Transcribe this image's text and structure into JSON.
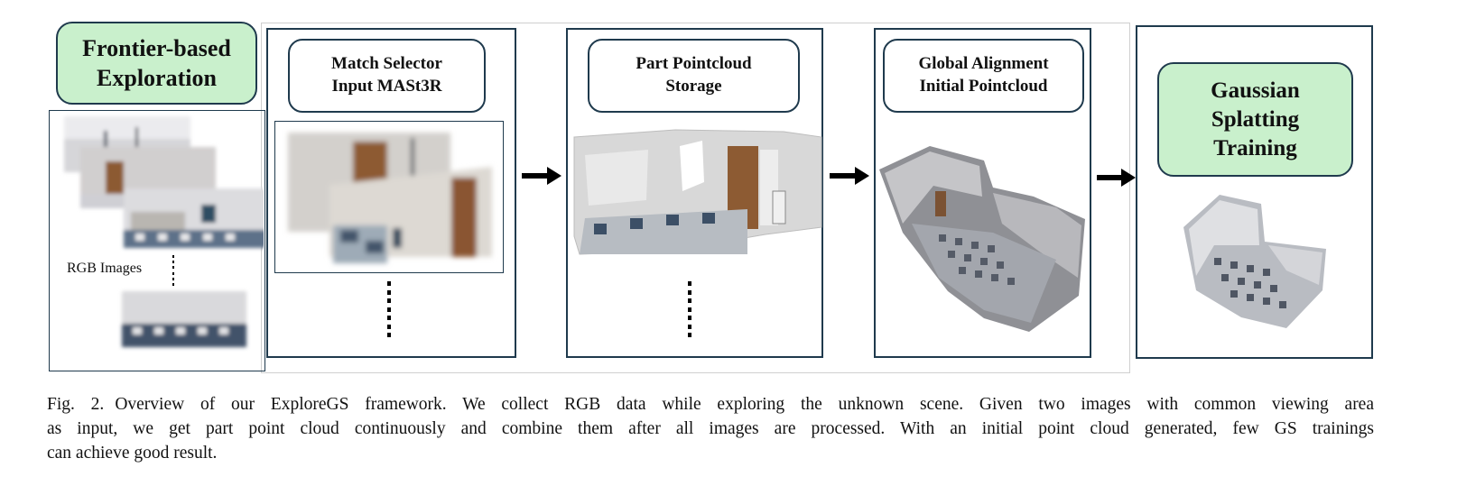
{
  "boxes": {
    "exploration": [
      "Frontier-based",
      "Exploration"
    ],
    "match_selector": [
      "Match Selector",
      "Input MASt3R"
    ],
    "part_storage": [
      "Part Pointcloud",
      "Storage"
    ],
    "global_alignment": [
      "Global Alignment",
      "Initial Pointcloud"
    ],
    "gs_training": [
      "Gaussian",
      "Splatting",
      "Training"
    ]
  },
  "rgb_label": "RGB Images",
  "caption": {
    "fig_label": "Fig. 2.",
    "line1": "Overview of our ExploreGS framework. We collect RGB data while exploring the unknown scene. Given two images with common viewing area",
    "line2": "as input, we get part point cloud continuously and combine them after all images are processed. With an initial point cloud generated, few GS trainings",
    "line3": "can achieve good result."
  },
  "colors": {
    "green_fill": "#c9f0cc",
    "border": "#1f3a4d"
  }
}
